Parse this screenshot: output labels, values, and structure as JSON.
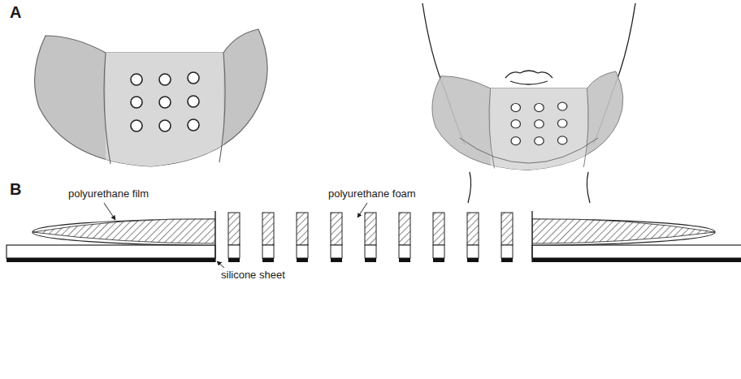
{
  "diagram": {
    "labels": [
      "A",
      "B",
      "polyurethane film",
      "polyurethane foam",
      "silicone sheet"
    ]
  }
}
